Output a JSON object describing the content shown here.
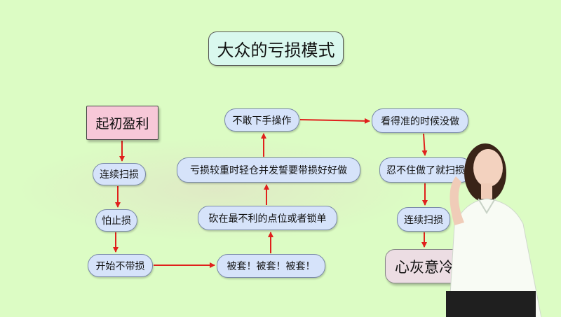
{
  "title": "大众的亏损模式",
  "nodes": {
    "start": "起初盈利",
    "n1": "连续扫损",
    "n2": "怕止损",
    "n3": "开始不带损",
    "n4": "被套！被套！被套！",
    "n5": "砍在最不利的点位或者锁单",
    "n6": "亏损较重时轻仓并发誓要带损好好做",
    "n7": "不敢下手操作",
    "n8": "看得准的时候没做",
    "n9": "忍不住做了就扫损",
    "n10": "连续扫损",
    "end": "心灰意冷"
  },
  "colors": {
    "background": "#dcfcc4",
    "arrow": "#e0201c",
    "node_fill": "#d6e3fa",
    "title_fill": "#d9f8ee",
    "start_fill": "#f7c8d8",
    "end_fill": "#ecdde3"
  }
}
